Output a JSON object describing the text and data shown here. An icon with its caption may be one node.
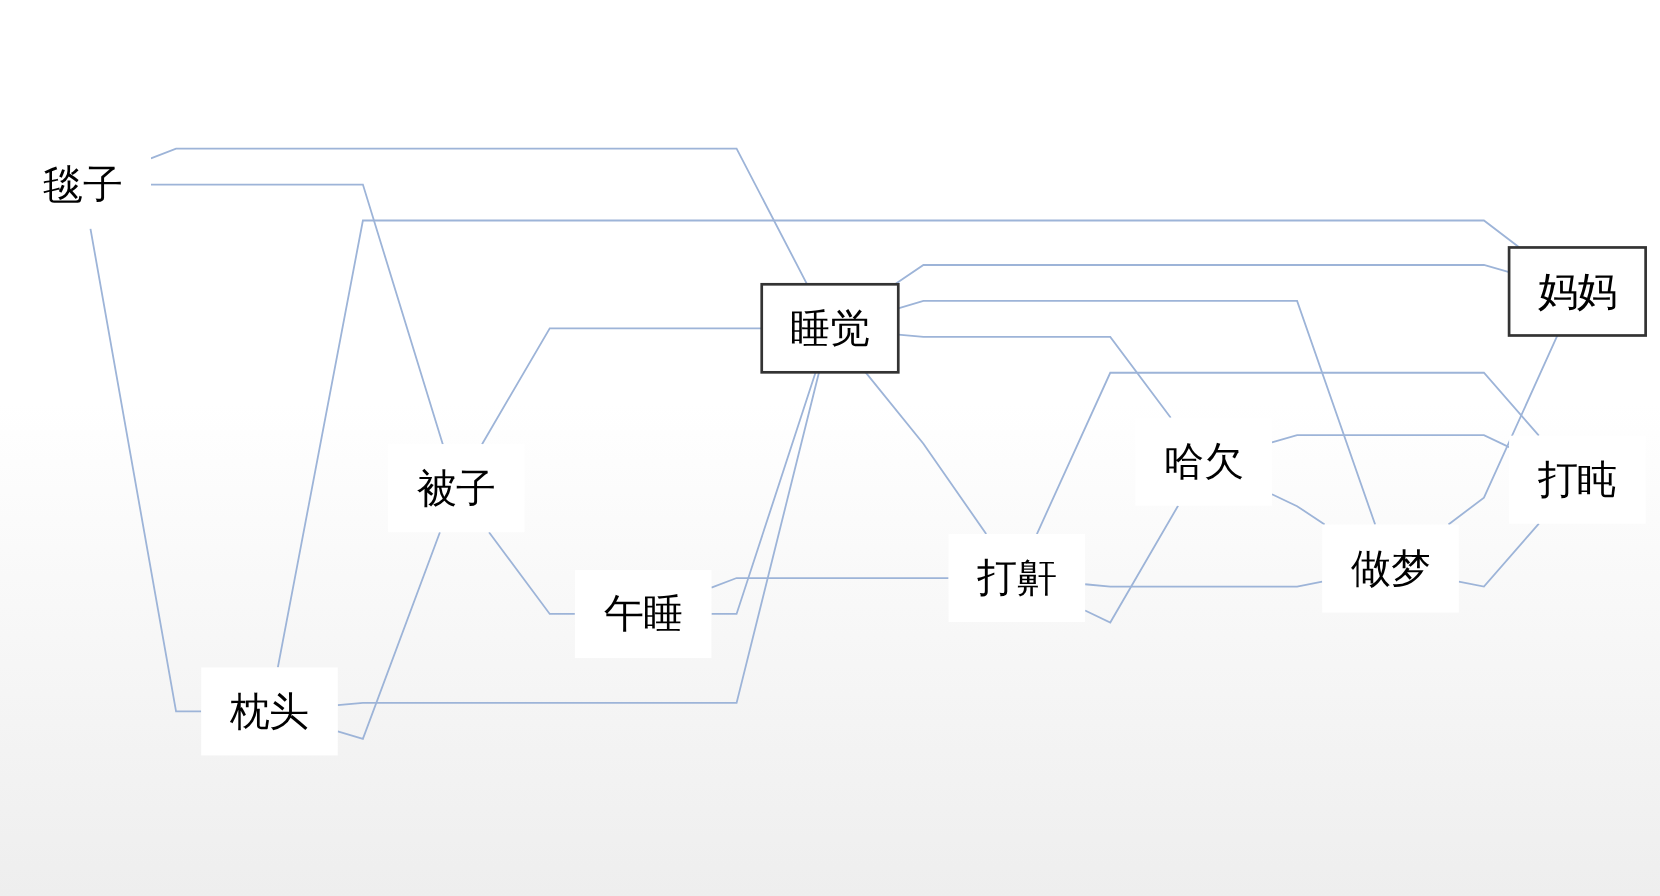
{
  "diagram": {
    "nodes": [
      {
        "text": [
          "妈妈"
        ]
      },
      {
        "text": [
          "打盹"
        ]
      },
      {
        "text": [
          "做梦"
        ]
      },
      {
        "text": [
          "哈欠"
        ]
      },
      {
        "text": [
          "打鼾"
        ]
      },
      {
        "text": [
          "睡觉"
        ]
      },
      {
        "text": [
          "午睡"
        ]
      },
      {
        "text": [
          "被子"
        ]
      },
      {
        "text": [
          "枕头"
        ]
      },
      {
        "text": [
          "毯子"
        ]
      }
    ],
    "edges": [
      {
        "from": 0,
        "to": 2,
        "arrow": "none"
      },
      {
        "from": 0,
        "to": 5,
        "arrow": "none"
      },
      {
        "from": 0,
        "to": 8,
        "arrow": "none"
      },
      {
        "from": 1,
        "to": 2,
        "arrow": "none"
      },
      {
        "from": 1,
        "to": 3,
        "arrow": "none"
      },
      {
        "from": 1,
        "to": 4,
        "arrow": "none"
      },
      {
        "from": 2,
        "to": 3,
        "arrow": "none"
      },
      {
        "from": 2,
        "to": 4,
        "arrow": "none"
      },
      {
        "from": 2,
        "to": 5,
        "arrow": "none"
      },
      {
        "from": 3,
        "to": 4,
        "arrow": "none"
      },
      {
        "from": 3,
        "to": 5,
        "arrow": "none"
      },
      {
        "from": 4,
        "to": 5,
        "arrow": "none"
      },
      {
        "from": 4,
        "to": 6,
        "arrow": "none"
      },
      {
        "from": 5,
        "to": 6,
        "arrow": "none"
      },
      {
        "from": 5,
        "to": 7,
        "arrow": "none"
      },
      {
        "from": 5,
        "to": 8,
        "arrow": "none"
      },
      {
        "from": 5,
        "to": 9,
        "arrow": "none"
      },
      {
        "from": 6,
        "to": 7,
        "arrow": "none"
      },
      {
        "from": 7,
        "to": 8,
        "arrow": "none"
      },
      {
        "from": 7,
        "to": 9,
        "arrow": "none"
      },
      {
        "from": 8,
        "to": 9,
        "arrow": "none"
      }
    ]
  }
}
